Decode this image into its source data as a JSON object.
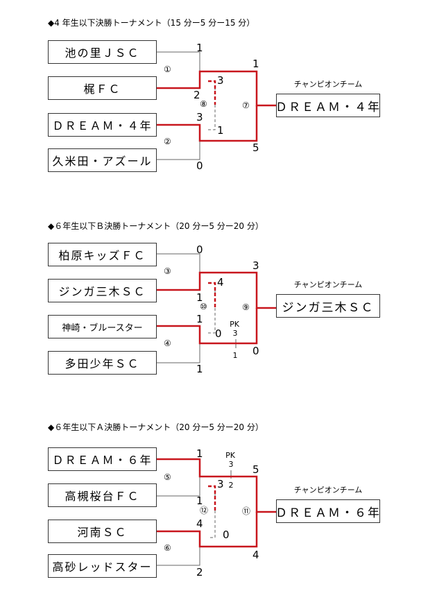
{
  "champion_label": "チャンピオンチーム",
  "tournaments": [
    {
      "title": "◆4 年生以下決勝トーナメント（15 分ー5 分ー15 分）",
      "teams": [
        "池の里ＪＳＣ",
        "梶ＦＣ",
        "ＤＲＥＡＭ・４年",
        "久米田・アズール"
      ],
      "match_labels": [
        "①",
        "②",
        "⑧",
        "⑦"
      ],
      "r1_scores": [
        "1",
        "2",
        "3",
        "0"
      ],
      "semi_scores": [
        "3",
        "1"
      ],
      "final_scores": [
        "1",
        "5"
      ],
      "pk": null,
      "champion": "ＤＲＥＡＭ・４年"
    },
    {
      "title": "◆６年生以下Ｂ決勝トーナメント（20 分ー5 分ー20 分）",
      "teams": [
        "柏原キッズＦＣ",
        "ジンガ三木ＳＣ",
        "神崎・ブルースター",
        "多田少年ＳＣ"
      ],
      "match_labels": [
        "③",
        "④",
        "⑩",
        "⑨"
      ],
      "r1_scores": [
        "0",
        "1",
        "1",
        "1"
      ],
      "semi_scores": [
        "4",
        "0"
      ],
      "final_scores": [
        "3",
        "0"
      ],
      "pk": {
        "label": "PK",
        "top": "3",
        "bottom": "1"
      },
      "champion": "ジンガ三木ＳＣ"
    },
    {
      "title": "◆６年生以下Ａ決勝トーナメント（20 分ー5 分ー20 分）",
      "teams": [
        "ＤＲＥＡＭ・６年",
        "高槻桜台ＦＣ",
        "河南ＳＣ",
        "高砂レッドスター"
      ],
      "match_labels": [
        "⑤",
        "⑥",
        "⑫",
        "⑪"
      ],
      "r1_scores": [
        "1",
        "1",
        "4",
        "2"
      ],
      "semi_scores": [
        "3",
        "0"
      ],
      "final_scores": [
        "5",
        "4"
      ],
      "pk": {
        "label": "PK",
        "top": "3",
        "bottom": "2"
      },
      "champion": "ＤＲＥＡＭ・６年"
    }
  ]
}
